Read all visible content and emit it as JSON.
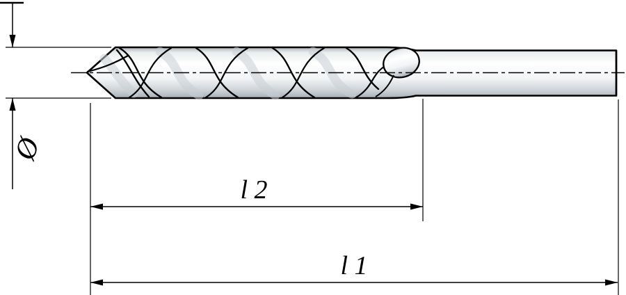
{
  "labels": {
    "diameter_symbol": "Ø",
    "flute_length": "l 2",
    "overall_length": "l 1"
  },
  "colors": {
    "line": "#000000",
    "background": "#ffffff",
    "metal_highlight": "#ffffff",
    "metal_shadow": "#b9c0c6"
  }
}
